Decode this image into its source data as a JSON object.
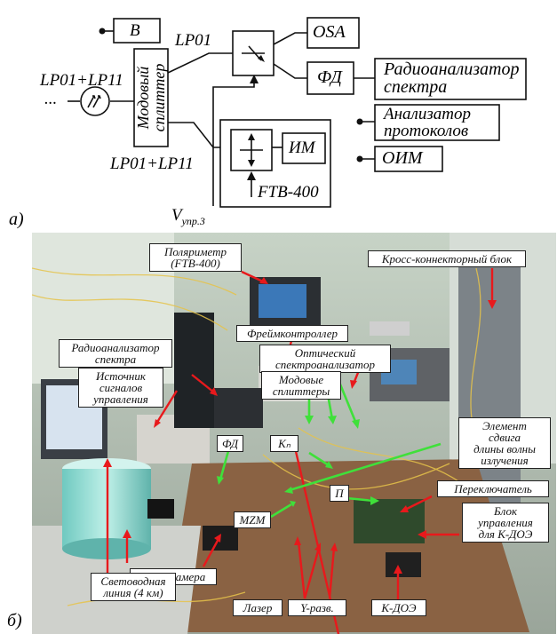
{
  "part_a_label": "а)",
  "part_b_label": "б)",
  "diagram": {
    "block_b": "B",
    "lp01_top": "LP01",
    "lp01_lp11_in": "LP01+LP11",
    "dots": "...",
    "lp01_lp11_bottom": "LP01+LP11",
    "mode_splitter": "Модовый\nсплиттер",
    "osa": "OSA",
    "fd": "ФД",
    "radio_analyzer": "Радиоанализатор\nспектра",
    "protocol_analyzer": "Анализатор\nпротоколов",
    "oim": "ОИМ",
    "im": "ИМ",
    "ftb": "FTB-400",
    "vupr_main": "V",
    "vupr_sub": "упр.3"
  },
  "photo_labels": {
    "polarimeter": "Поляриметр\n(FTB-400)",
    "cross_connector": "Кросс-коннекторный блок",
    "radio_analyzer": "Радиоанализатор\nспектра",
    "frame_controller": "Фреймконтроллер",
    "optical_osa": "Оптический\nспектроанализатор",
    "signal_source": "Источник\nсигналов\nуправления",
    "mode_splitters": "Модовые\nсплиттеры",
    "shift_element": "Элемент\nсдвига\nдлины волны\nизлучения",
    "fd": "ФД",
    "kn": "Kₙ",
    "p": "П",
    "switch": "Переключатель",
    "mzm": "MZM",
    "control_block": "Блок\nуправления\nдля К-ДОЭ",
    "video_camera": "Видеокамера",
    "fiber_line": "Световодная\nлиния (4 км)",
    "laser": "Лазер",
    "y_branch": "Y-разв.",
    "k_doe": "К-ДОЭ"
  },
  "colors": {
    "arrow_red": "#e8191c",
    "arrow_green": "#3fe03a",
    "line": "#111111"
  }
}
